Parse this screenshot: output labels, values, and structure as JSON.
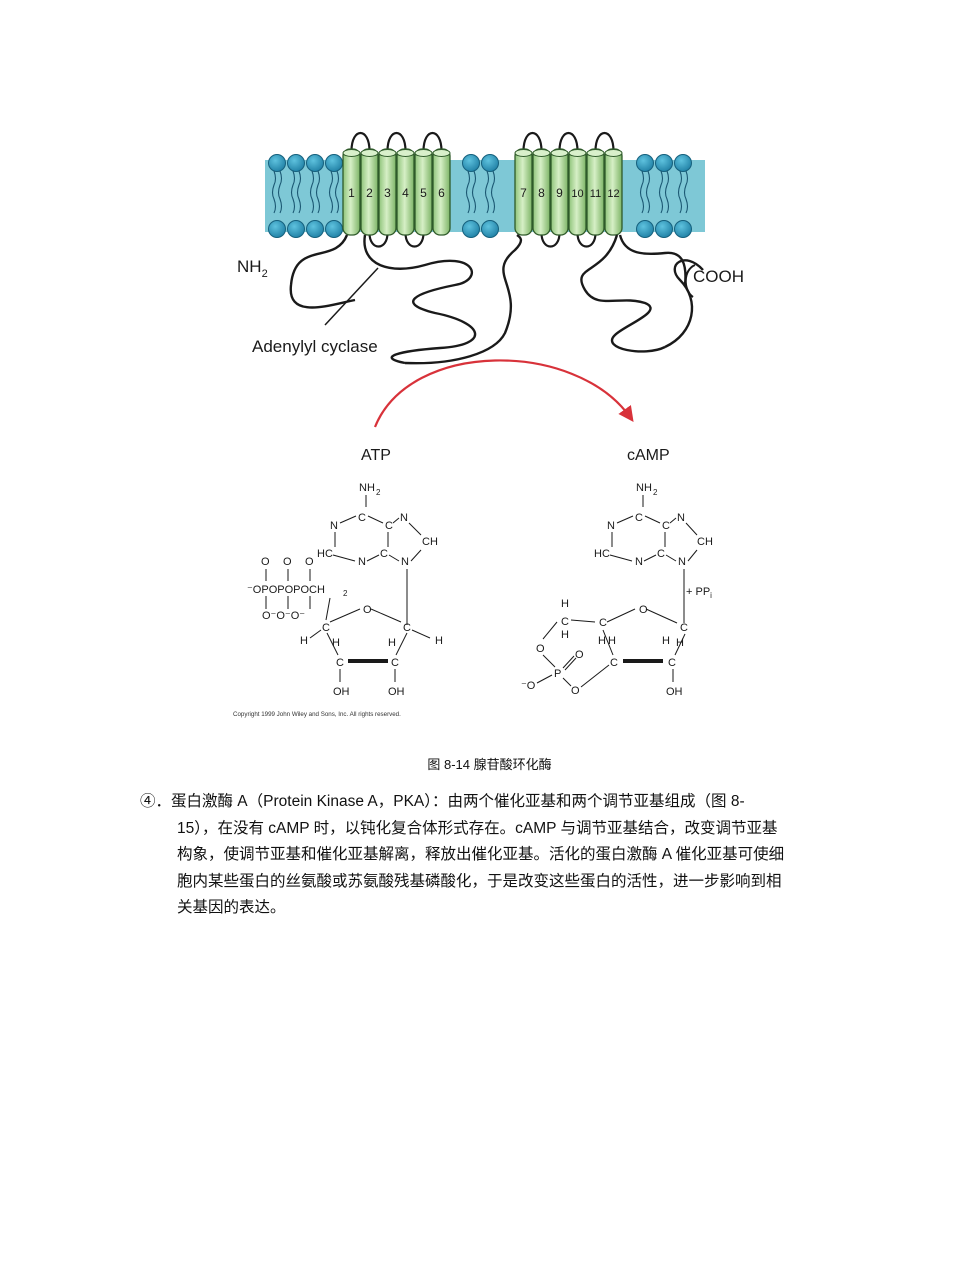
{
  "figure": {
    "helix_labels": [
      "1",
      "2",
      "3",
      "4",
      "5",
      "6",
      "7",
      "8",
      "9",
      "10",
      "11",
      "12"
    ],
    "nh2_label": "NH",
    "nh2_sub": "2",
    "cooh_label": "COOH",
    "enzyme_label": "Adenylyl cyclase",
    "atp_label": "ATP",
    "camp_label": "cAMP",
    "ppi_label": "+ PP",
    "ppi_sub": "i",
    "copyright": "Copyright 1999 John Wiley and Sons, Inc. All rights reserved.",
    "colors": {
      "membrane": "#7ec8d6",
      "lipid_head": "#2f9fc0",
      "helix_fill": "#b5dca0",
      "helix_stroke": "#2f5a2a",
      "arrow": "#d8323a"
    }
  },
  "caption": "图 8-14 腺苷酸环化酶",
  "paragraph": {
    "lines": [
      "④．蛋白激酶 A（Protein Kinase A，PKA）：由两个催化亚基和两个调节亚基组成（图 8-",
      "15），在没有 cAMP 时，以钝化复合体形式存在。cAMP 与调节亚基结合，改变调节亚基",
      "构象，使调节亚基和催化亚基解离，释放出催化亚基。活化的蛋白激酶 A 催化亚基可使细",
      "胞内某些蛋白的丝氨酸或苏氨酸残基磷酸化，于是改变这些蛋白的活性，进一步影响到相",
      "关基因的表达。"
    ]
  }
}
